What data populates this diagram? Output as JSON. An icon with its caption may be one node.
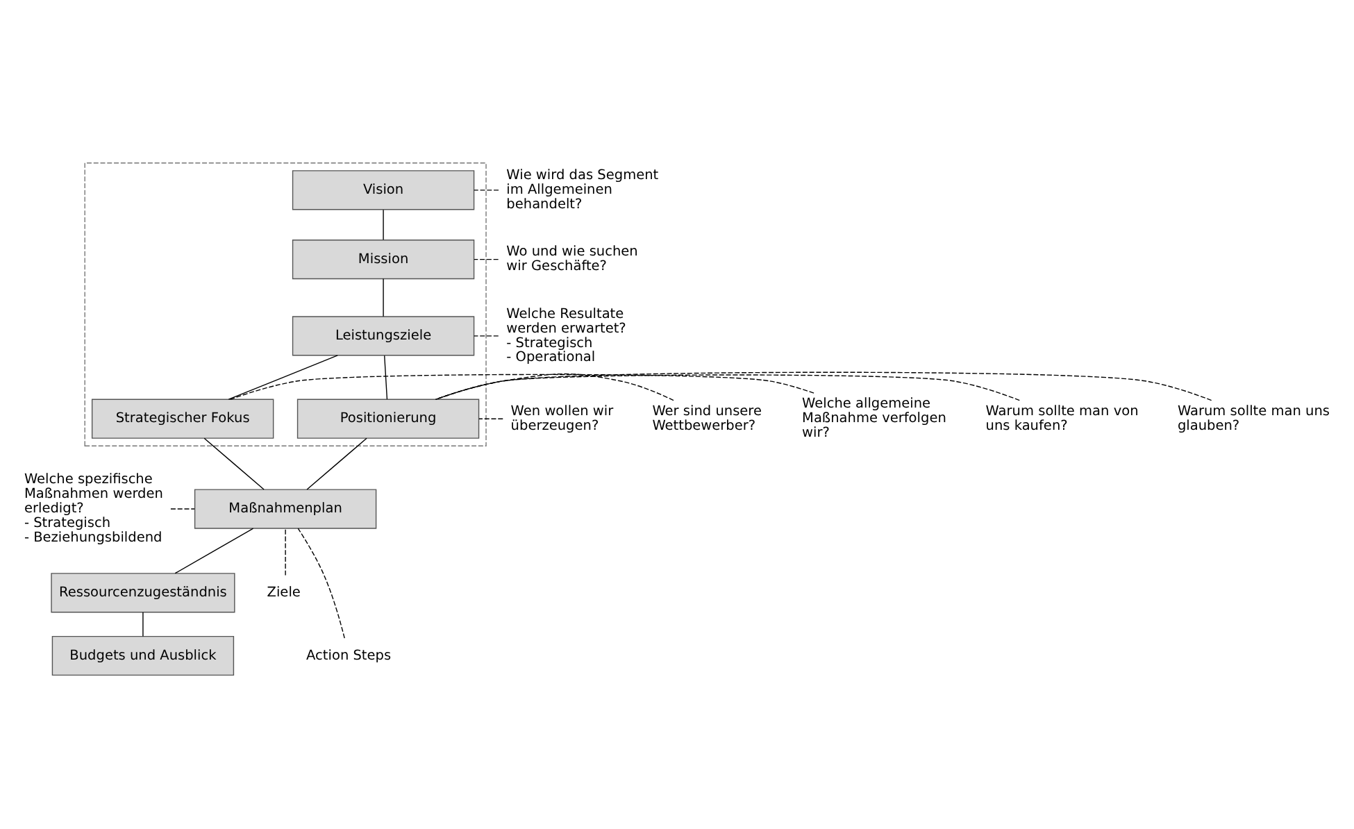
{
  "diagram": {
    "nodes": [
      {
        "text": [],
        "shape": "box"
      },
      {
        "text": [
          "Wie wird das Segment im Allgemeinen behandelt?"
        ]
      },
      {
        "text": [
          "Vision"
        ],
        "in": 0
      },
      {
        "text": [
          "Wo und wie suchen wir Geschäfte?"
        ]
      },
      {
        "text": [
          "Welche Resultate werden erwartet?",
          "- Strategisch",
          "- Operational"
        ]
      },
      {
        "text": [
          "Mission"
        ],
        "in": 0
      },
      {
        "text": [
          "Wen wollen wir überzeugen?"
        ]
      },
      {
        "text": [
          "Leistungsziele"
        ],
        "in": 0
      },
      {
        "text": [
          "Wer sind unsere Wettbewerber?"
        ]
      },
      {
        "text": [
          "Welche allgemeine Maßnahme verfolgen wir?"
        ]
      },
      {
        "text": [
          "Warum sollte man von uns kaufen?"
        ]
      },
      {
        "text": [
          "Strategischer Fokus"
        ],
        "in": 0
      },
      {
        "text": [
          "Positionierung"
        ],
        "in": 0
      },
      {
        "text": [
          "Welche spezifische Maßnahmen werden erledigt?",
          "- Strategisch",
          "- Beziehungsbildend"
        ]
      },
      {
        "text": [
          "Maßnahmenplan"
        ]
      },
      {
        "text": [
          "Warum sollte man uns glauben?"
        ]
      },
      {
        "text": [
          "Ressourcenzugeständnis"
        ]
      },
      {
        "text": [
          "Ziele"
        ]
      },
      {
        "text": [
          "Budgets und Ausblick"
        ]
      },
      {
        "text": [
          "Action Steps"
        ]
      }
    ],
    "edges": [
      {
        "from": 2,
        "to": 5,
        "arrow": "none"
      },
      {
        "from": 5,
        "to": 7,
        "arrow": "none"
      },
      {
        "from": 7,
        "to": 11,
        "arrow": "none"
      },
      {
        "from": 7,
        "to": 12,
        "arrow": "none"
      },
      {
        "from": 11,
        "to": 14,
        "arrow": "none"
      },
      {
        "from": 12,
        "to": 14,
        "arrow": "none"
      },
      {
        "from": 14,
        "to": 16,
        "arrow": "none"
      },
      {
        "from": 16,
        "to": 18,
        "arrow": "none"
      },
      {
        "from": 1,
        "to": 2,
        "arrow": "none",
        "style": "dashed"
      },
      {
        "from": 3,
        "to": 5,
        "arrow": "none",
        "style": "dashed"
      },
      {
        "from": 4,
        "to": 7,
        "arrow": "none",
        "style": "dashed"
      },
      {
        "from": 9,
        "to": 11,
        "arrow": "none",
        "style": "dashed"
      },
      {
        "from": 6,
        "to": 12,
        "arrow": "none",
        "style": "dashed"
      },
      {
        "from": 8,
        "to": 12,
        "arrow": "none",
        "style": "dashed"
      },
      {
        "from": 10,
        "to": 12,
        "arrow": "none",
        "style": "dashed"
      },
      {
        "from": 15,
        "to": 12,
        "arrow": "none",
        "style": "dashed"
      },
      {
        "from": 13,
        "to": 14,
        "arrow": "none",
        "style": "dashed"
      },
      {
        "from": 17,
        "to": 14,
        "arrow": "none",
        "style": "dashed"
      },
      {
        "from": 19,
        "to": 14,
        "arrow": "none",
        "style": "dashed"
      }
    ]
  }
}
